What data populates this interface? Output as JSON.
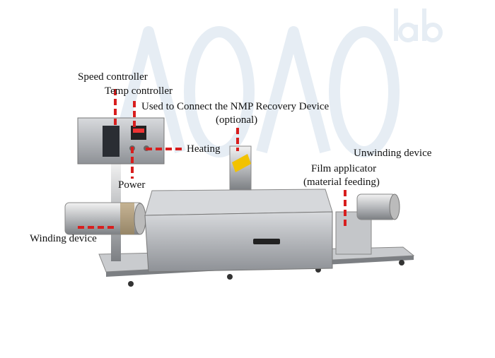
{
  "watermark": {
    "brand": "AOAO",
    "suffix": "lab"
  },
  "labels": {
    "speed_controller": "Speed controller",
    "temp_controller": "Temp controller",
    "nmp_line1": "Used to Connect the NMP Recovery Device",
    "nmp_line2": "(optional)",
    "heating": "Heating",
    "power": "Power",
    "unwinding_device": "Unwinding device",
    "film_applicator_line1": "Film applicator",
    "film_applicator_line2": "(material feeding)",
    "winding_device": "Winding device"
  },
  "colors": {
    "callout": "#d81e1e",
    "steel": "#b9bcc0",
    "watermark": "#e4ecf3",
    "valve": "#f2c200"
  }
}
